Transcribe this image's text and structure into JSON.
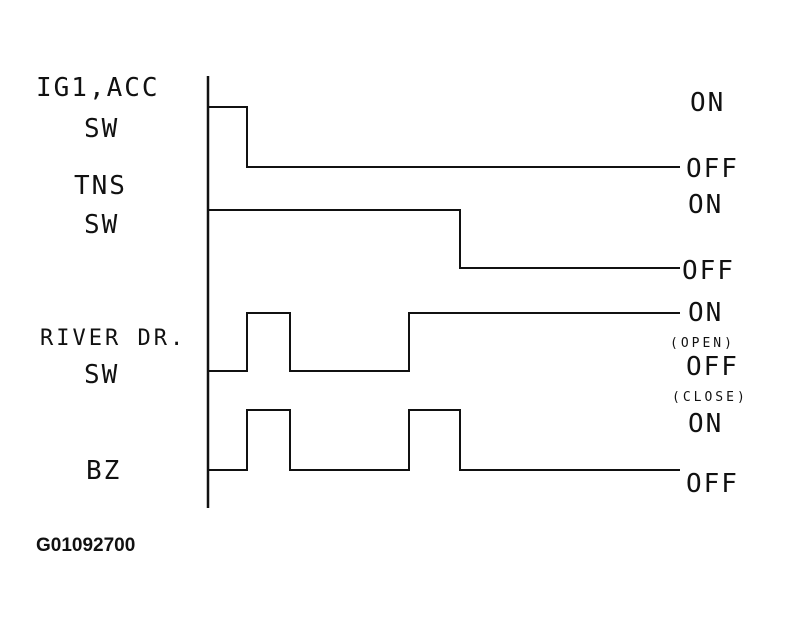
{
  "signals": [
    {
      "id": "ig1-acc-sw",
      "label_lines": [
        "IG1,ACC",
        "SW"
      ],
      "states": [
        "ON",
        "OFF"
      ],
      "sequence": [
        "ON",
        "OFF",
        "OFF",
        "OFF",
        "OFF",
        "OFF"
      ]
    },
    {
      "id": "tns-sw",
      "label_lines": [
        "TNS",
        "SW"
      ],
      "states": [
        "ON",
        "OFF"
      ],
      "sequence": [
        "ON",
        "ON",
        "ON",
        "ON",
        "OFF",
        "OFF"
      ]
    },
    {
      "id": "river-dr-sw",
      "label_lines": [
        "RIVER DR.",
        "SW"
      ],
      "states": [
        "ON",
        "OFF"
      ],
      "state_notes": [
        "(OPEN)",
        "(CLOSE)"
      ],
      "sequence": [
        "OFF",
        "ON",
        "OFF",
        "ON",
        "ON",
        "ON"
      ]
    },
    {
      "id": "bz",
      "label_lines": [
        "BZ"
      ],
      "states": [
        "ON",
        "OFF"
      ],
      "sequence": [
        "OFF",
        "ON",
        "OFF",
        "ON",
        "OFF",
        "OFF"
      ]
    }
  ],
  "figure_code": "G01092700",
  "colors": {
    "ink": "#111111",
    "background": "#ffffff"
  }
}
